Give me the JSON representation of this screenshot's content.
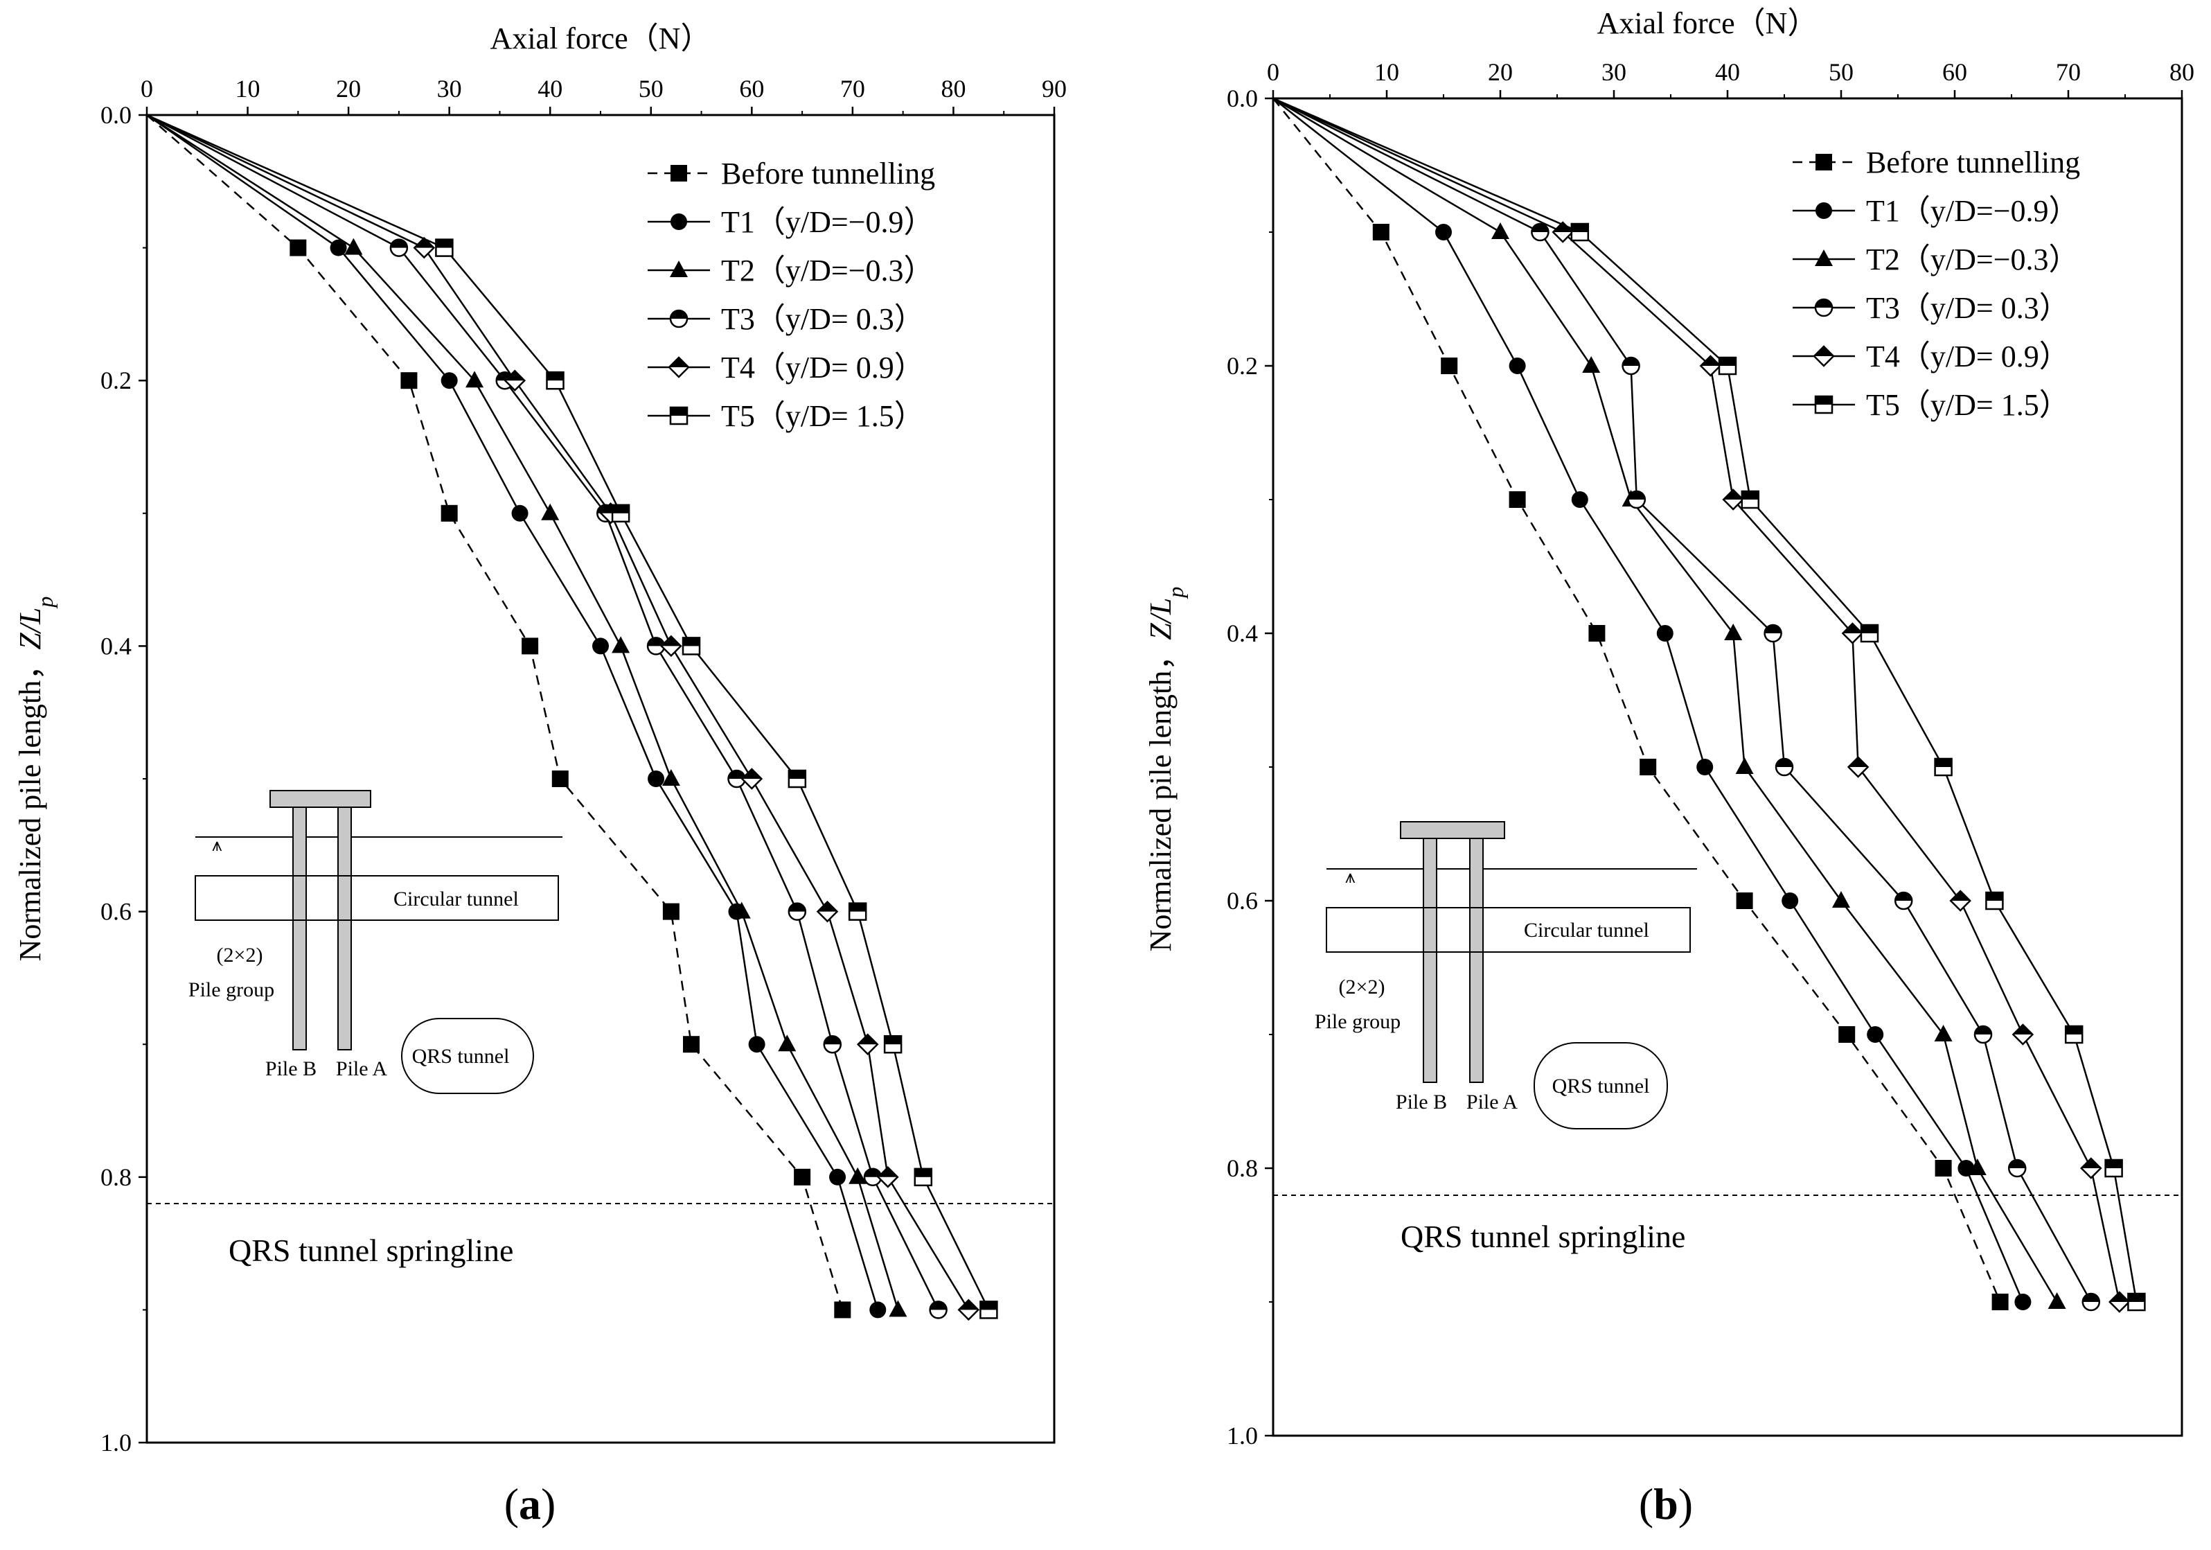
{
  "figure": {
    "panels": [
      {
        "caption": "(a)",
        "caption_letter": "a",
        "annotation": "QRS tunnel springline",
        "inset": {
          "circular_tunnel": "Circular tunnel",
          "pile_group_line1": "(2×2)",
          "pile_group_line2": "Pile group",
          "pile_b": "Pile B",
          "pile_a": "Pile A",
          "qrs_tunnel": "QRS tunnel"
        }
      },
      {
        "caption": "(b)",
        "caption_letter": "b",
        "annotation": "QRS tunnel springline",
        "inset": {
          "circular_tunnel": "Circular tunnel",
          "pile_group_line1": "(2×2)",
          "pile_group_line2": "Pile group",
          "pile_b": "Pile B",
          "pile_a": "Pile A",
          "qrs_tunnel": "QRS tunnel"
        }
      }
    ]
  },
  "chart_data": [
    {
      "type": "line",
      "xlabel": "Axial force（N）",
      "ylabel": "Normalized pile length，Z/L_p",
      "xlim": [
        0,
        90
      ],
      "ylim": [
        0,
        1.0
      ],
      "y_inverted": true,
      "x_axis_position": "top",
      "xticks": [
        0,
        10,
        20,
        30,
        40,
        50,
        60,
        70,
        80,
        90
      ],
      "yticks": [
        0.0,
        0.2,
        0.4,
        0.6,
        0.8,
        1.0
      ],
      "ytick_labels": [
        "0.0",
        "0.2",
        "0.4",
        "0.6",
        "0.8",
        "1.0"
      ],
      "legend_position": "top-right",
      "y": [
        0,
        0.1,
        0.2,
        0.3,
        0.4,
        0.5,
        0.6,
        0.7,
        0.8,
        0.9
      ],
      "reference_line": {
        "y": 0.82,
        "label": "QRS tunnel springline"
      },
      "series": [
        {
          "name": "Before tunnelling",
          "marker": "square-filled",
          "dash": true,
          "values": [
            0,
            15,
            26,
            30,
            38,
            41,
            52,
            54,
            65,
            69
          ]
        },
        {
          "name": "T1（y/D=−0.9）",
          "marker": "circle-filled",
          "dash": false,
          "values": [
            0,
            19,
            30,
            37,
            45,
            50.5,
            58.5,
            60.5,
            68.5,
            72.5
          ]
        },
        {
          "name": "T2（y/D=−0.3）",
          "marker": "triangle-filled",
          "dash": false,
          "values": [
            0,
            20.5,
            32.5,
            40,
            47,
            52,
            59,
            63.5,
            70.5,
            74.5
          ]
        },
        {
          "name": "T3（y/D= 0.3）",
          "marker": "circle-half",
          "dash": false,
          "values": [
            0,
            25,
            35.5,
            45.5,
            50.5,
            58.5,
            64.5,
            68,
            72,
            78.5
          ]
        },
        {
          "name": "T4（y/D= 0.9）",
          "marker": "diamond-half",
          "dash": false,
          "values": [
            0,
            27.5,
            36.5,
            46,
            52,
            60,
            67.5,
            71.5,
            73.5,
            81.5
          ]
        },
        {
          "name": "T5（y/D= 1.5）",
          "marker": "square-half",
          "dash": false,
          "values": [
            0,
            29.5,
            40.5,
            47,
            54,
            64.5,
            70.5,
            74,
            77,
            83.5
          ]
        }
      ]
    },
    {
      "type": "line",
      "xlabel": "Axial force（N）",
      "ylabel": "Normalized pile length，Z/L_p",
      "xlim": [
        0,
        80
      ],
      "ylim": [
        0,
        1.0
      ],
      "y_inverted": true,
      "x_axis_position": "top",
      "xticks": [
        0,
        10,
        20,
        30,
        40,
        50,
        60,
        70,
        80
      ],
      "yticks": [
        0.0,
        0.2,
        0.4,
        0.6,
        0.8,
        1.0
      ],
      "ytick_labels": [
        "0.0",
        "0.2",
        "0.4",
        "0.6",
        "0.8",
        "1.0"
      ],
      "legend_position": "top-right",
      "y": [
        0,
        0.1,
        0.2,
        0.3,
        0.4,
        0.5,
        0.6,
        0.7,
        0.8,
        0.9
      ],
      "reference_line": {
        "y": 0.82,
        "label": "QRS tunnel springline"
      },
      "series": [
        {
          "name": "Before tunnelling",
          "marker": "square-filled",
          "dash": true,
          "values": [
            0,
            9.5,
            15.5,
            21.5,
            28.5,
            33,
            41.5,
            50.5,
            59,
            64
          ]
        },
        {
          "name": "T1（y/D=−0.9）",
          "marker": "circle-filled",
          "dash": false,
          "values": [
            0,
            15,
            21.5,
            27,
            34.5,
            38,
            45.5,
            53,
            61,
            66
          ]
        },
        {
          "name": "T2（y/D=−0.3）",
          "marker": "triangle-filled",
          "dash": false,
          "values": [
            0,
            20,
            28,
            31.5,
            40.5,
            41.5,
            50,
            59,
            62,
            69
          ]
        },
        {
          "name": "T3（y/D= 0.3）",
          "marker": "circle-half",
          "dash": false,
          "values": [
            0,
            23.5,
            31.5,
            32,
            44,
            45,
            55.5,
            62.5,
            65.5,
            72
          ]
        },
        {
          "name": "T4（y/D= 0.9）",
          "marker": "diamond-half",
          "dash": false,
          "values": [
            0,
            25.5,
            38.5,
            40.5,
            51,
            51.5,
            60.5,
            66,
            72,
            74.5
          ]
        },
        {
          "name": "T5（y/D= 1.5）",
          "marker": "square-half",
          "dash": false,
          "values": [
            0,
            27,
            40,
            42,
            52.5,
            59,
            63.5,
            70.5,
            74,
            76
          ]
        }
      ]
    }
  ]
}
